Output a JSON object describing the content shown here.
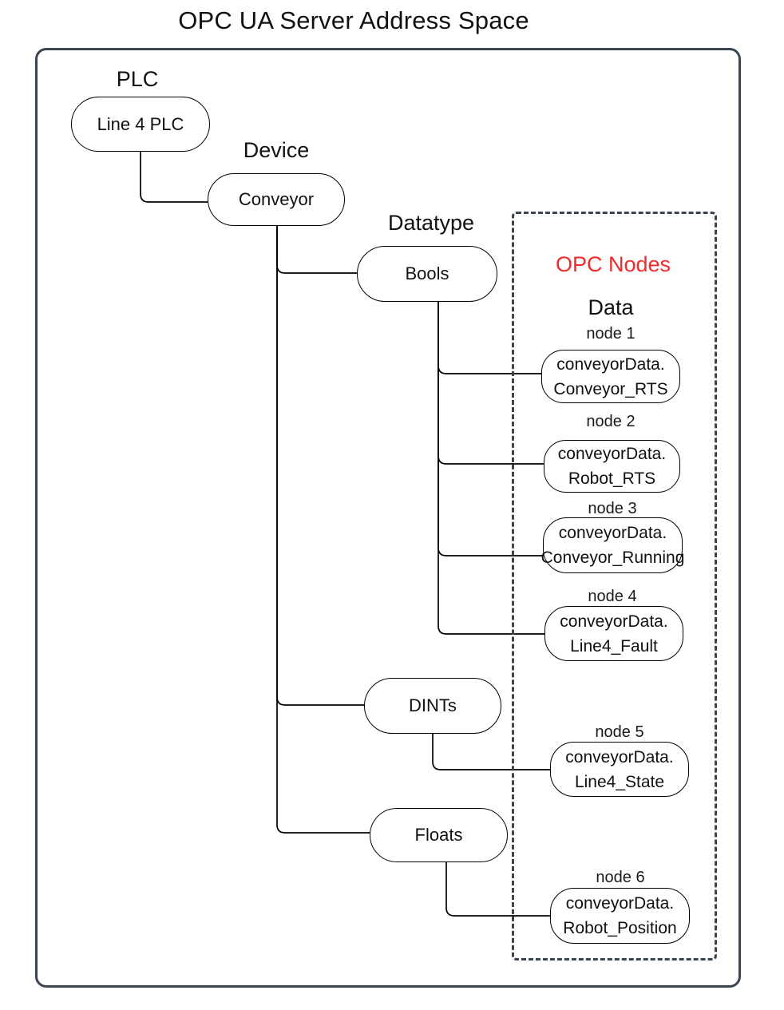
{
  "title": "OPC UA Server Address Space",
  "colors": {
    "accent_red": "#f42a2a",
    "frame": "#3b4450",
    "line_color": "#000000"
  },
  "group_labels": {
    "plc": "PLC",
    "device": "Device",
    "datatype": "Datatype",
    "opc_nodes": "OPC Nodes",
    "data": "Data"
  },
  "tree_nodes": {
    "plc": "Line 4 PLC",
    "device": "Conveyor",
    "datatypes": [
      "Bools",
      "DINTs",
      "Floats"
    ]
  },
  "opc_nodes": [
    {
      "caption": "node 1",
      "line1": "conveyorData.",
      "line2": "Conveyor_RTS"
    },
    {
      "caption": "node 2",
      "line1": "conveyorData.",
      "line2": "Robot_RTS"
    },
    {
      "caption": "node 3",
      "line1": "conveyorData.",
      "line2": "Conveyor_Running"
    },
    {
      "caption": "node 4",
      "line1": "conveyorData.",
      "line2": "Line4_Fault"
    },
    {
      "caption": "node 5",
      "line1": "conveyorData.",
      "line2": "Line4_State"
    },
    {
      "caption": "node 6",
      "line1": "conveyorData.",
      "line2": "Robot_Position"
    }
  ]
}
